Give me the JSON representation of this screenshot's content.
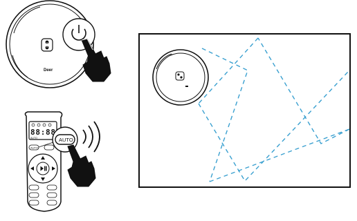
{
  "robot": {
    "brand": "Deer"
  },
  "remote": {
    "auto_label": "AUTO",
    "callout_label": "AUTO",
    "display_digits": "88:88",
    "display_mode_text": "AUTO"
  },
  "colors": {
    "path_line": "#3aa0d0",
    "outline": "#111111",
    "callout_bg": "#ffffff"
  },
  "icons": [
    "power-icon",
    "hand-pointer-icon",
    "wireless-signal-icon",
    "play-pause-icon"
  ]
}
